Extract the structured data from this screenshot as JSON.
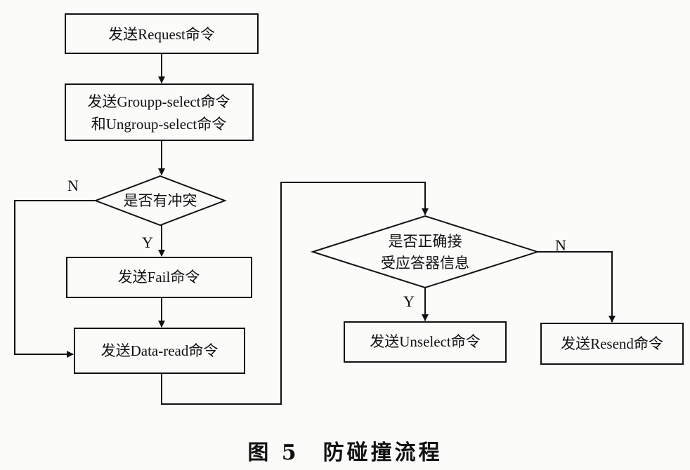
{
  "nodes": {
    "request": "发送Request命令",
    "group_line1": "发送Groupp-select命令",
    "group_line2": "和Ungroup-select命令",
    "conflict": "是否有冲突",
    "fail": "发送Fail命令",
    "dataread": "发送Data-read命令",
    "correct_line1": "是否正确接",
    "correct_line2": "受应答器信息",
    "unselect": "发送Unselect命令",
    "resend": "发送Resend命令"
  },
  "labels": {
    "conflict_no": "N",
    "conflict_yes": "Y",
    "correct_yes": "Y",
    "correct_no": "N"
  },
  "caption": "图 5　防碰撞流程"
}
